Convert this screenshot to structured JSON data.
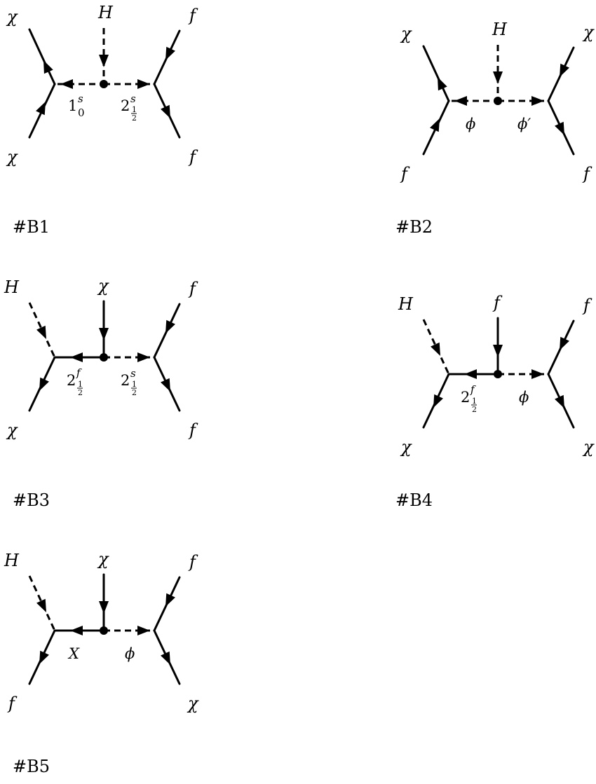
{
  "diagrams": [
    {
      "caption": "#B1",
      "top_left": "χ",
      "top_center": "H",
      "top_right": "f",
      "bottom_left": "χ",
      "bottom_right": "f",
      "mid_left": {
        "base": "1",
        "sup": "s",
        "sub": "0"
      },
      "mid_right": {
        "base": "2",
        "sup": "s",
        "sub_num": "1",
        "sub_den": "2"
      }
    },
    {
      "caption": "#B2",
      "top_left": "χ",
      "top_center": "H",
      "top_right": "χ",
      "bottom_left": "f",
      "bottom_right": "f",
      "mid_left": "ϕ",
      "mid_right": "ϕ′"
    },
    {
      "caption": "#B3",
      "top_left": "H",
      "top_center": "χ",
      "top_right": "f",
      "bottom_left": "χ",
      "bottom_right": "f",
      "mid_left": {
        "base": "2",
        "sup": "f",
        "sub_num": "1",
        "sub_den": "2"
      },
      "mid_right": {
        "base": "2",
        "sup": "s",
        "sub_num": "1",
        "sub_den": "2"
      }
    },
    {
      "caption": "#B4",
      "top_left": "H",
      "top_center": "f",
      "top_right": "f",
      "bottom_left": "χ",
      "bottom_right": "χ",
      "mid_left": {
        "base": "2",
        "sup": "f",
        "sub_num": "1",
        "sub_den": "2"
      },
      "mid_right": "ϕ"
    },
    {
      "caption": "#B5",
      "top_left": "H",
      "top_center": "χ",
      "top_right": "f",
      "bottom_left": "f",
      "bottom_right": "χ",
      "mid_left": "X",
      "mid_right": "ϕ"
    }
  ]
}
